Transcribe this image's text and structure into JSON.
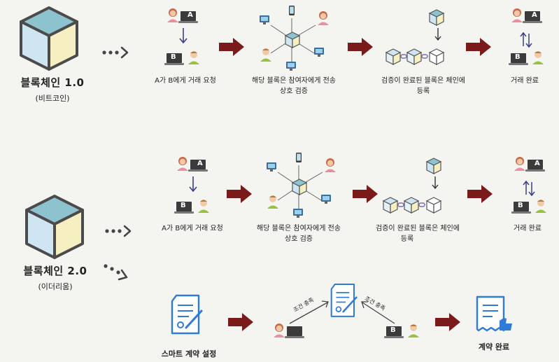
{
  "v1": {
    "title": "블록체인 1.0",
    "subtitle": "(비트코인)",
    "steps": [
      "A가 B에게 거래 요청",
      "해당 블록은 참여자에게 전송",
      "상호 검증",
      "검증이 완료된 블록은 체인에",
      "등록",
      "거래 완료"
    ]
  },
  "v2": {
    "title": "블록체인 2.0",
    "subtitle": "(이더리움)",
    "steps": [
      "A가 B에게 거래 요청",
      "해당 블록은 참여자에게 전송",
      "상호 검증",
      "검증이 완료된 블록은 체인에",
      "등록",
      "거래 완료"
    ]
  },
  "contract": {
    "setup": "스마트 계약 설정",
    "cond_left": "조건 충족",
    "cond_right": "조건 충족",
    "done": "계약 완료"
  },
  "people": {
    "a": "A",
    "b": "B"
  },
  "colors": {
    "arrow": "#7a1a1a",
    "cube_front": "#cfe6f2",
    "cube_right": "#f6efc2",
    "cube_top": "#8cc3cf",
    "doc_blue": "#2f7bd6"
  }
}
